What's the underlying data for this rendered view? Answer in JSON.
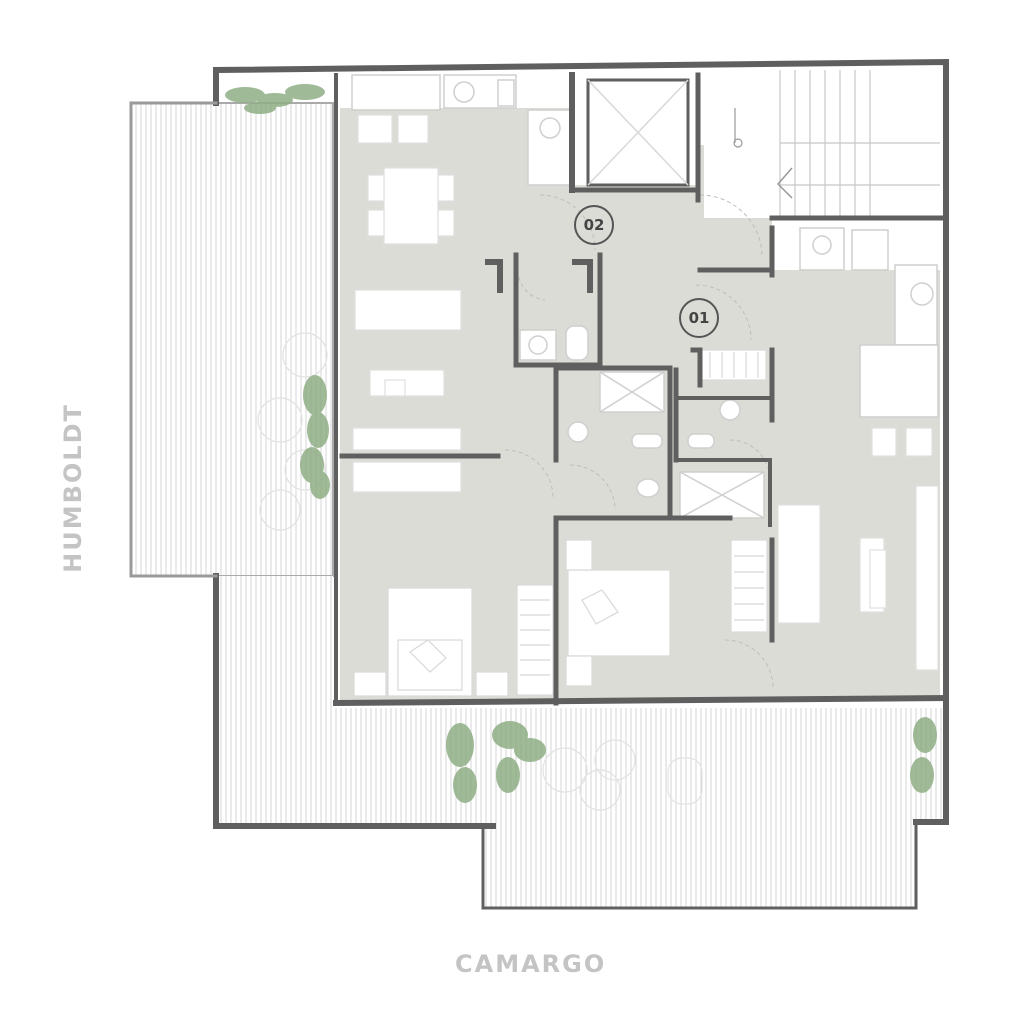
{
  "streets": {
    "bottom": "CAMARGO",
    "left": "HUMBOLDT"
  },
  "units": [
    {
      "label": "02"
    },
    {
      "label": "01"
    }
  ],
  "colors": {
    "wall": "#5f5f5f",
    "floor": "#dcdcd7",
    "deck": "#d9d9d9",
    "plant": "#8fae86",
    "furniture": "#ffffff",
    "label": "#c4c4c4"
  }
}
